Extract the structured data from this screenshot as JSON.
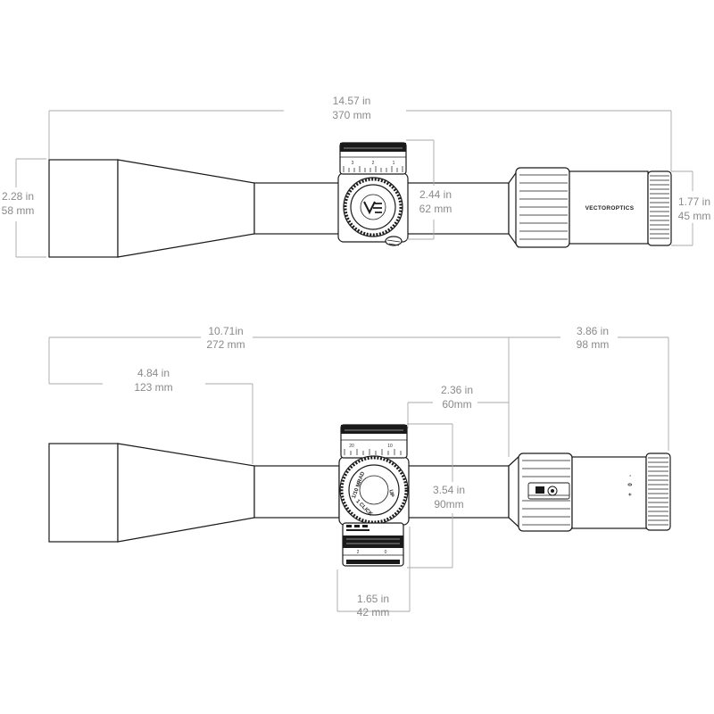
{
  "top_view": {
    "overall_length": {
      "inch": "14.57 in",
      "mm": "370 mm"
    },
    "objective_diameter": {
      "inch": "2.28 in",
      "mm": "58 mm"
    },
    "turret_height": {
      "inch": "2.44 in",
      "mm": "62 mm"
    },
    "eyepiece_diameter": {
      "inch": "1.77 in",
      "mm": "45 mm"
    },
    "brand_text": "VECTOROPTICS",
    "elevation_scale": [
      "3",
      "2",
      "1"
    ]
  },
  "side_view": {
    "front_length": {
      "inch": "10.71in",
      "mm": "272 mm"
    },
    "rear_length": {
      "inch": "3.86 in",
      "mm": "98 mm"
    },
    "objective_bell_length": {
      "inch": "4.84 in",
      "mm": "123 mm"
    },
    "tube_to_turret": {
      "inch": "2.36 in",
      "mm": "60mm"
    },
    "turret_span": {
      "inch": "3.54 in",
      "mm": "90mm"
    },
    "turret_width": {
      "inch": "1.65 in",
      "mm": "42 mm"
    },
    "windage_label": "1/10 MRAD",
    "click_label": "1 CLICK",
    "up_label": "UP",
    "windage_scale": [
      "20",
      "10"
    ],
    "parallax_scale": [
      "2",
      "0"
    ],
    "diopter_marks": [
      "+",
      "0",
      "-"
    ]
  }
}
